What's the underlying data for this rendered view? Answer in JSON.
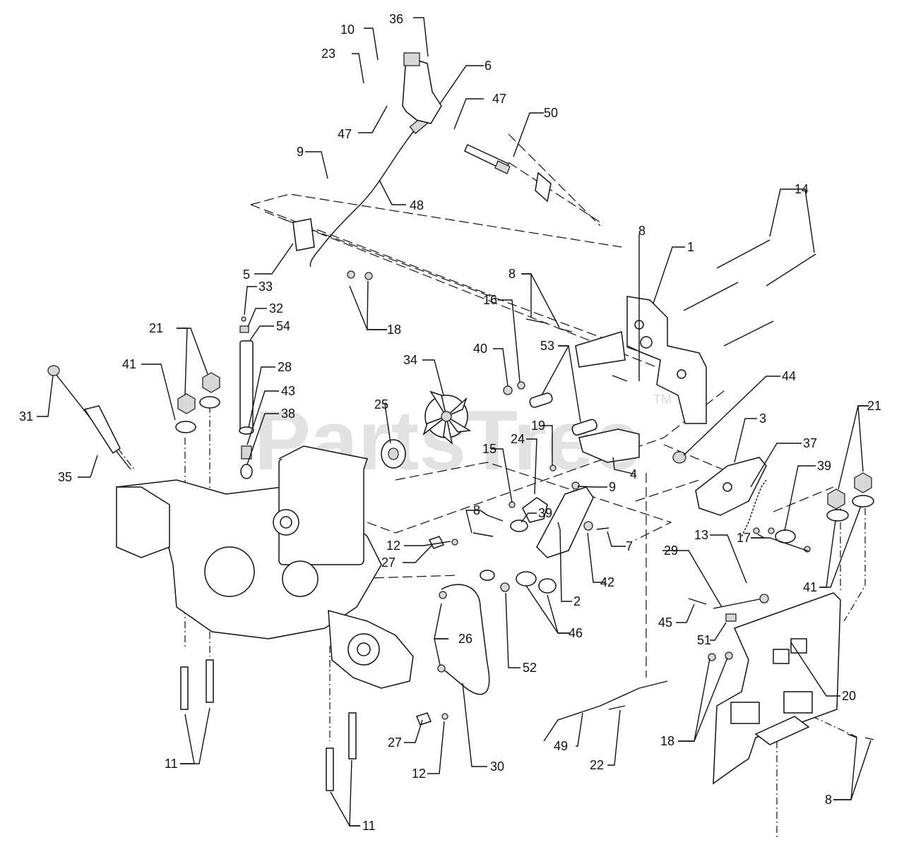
{
  "watermark": {
    "text": "PartsTree",
    "trademark": "TM"
  },
  "callouts": [
    {
      "id": "c36",
      "text": "36"
    },
    {
      "id": "c10",
      "text": "10"
    },
    {
      "id": "c23",
      "text": "23"
    },
    {
      "id": "c6",
      "text": "6"
    },
    {
      "id": "c47a",
      "text": "47"
    },
    {
      "id": "c47b",
      "text": "47"
    },
    {
      "id": "c50",
      "text": "50"
    },
    {
      "id": "c9a",
      "text": "9"
    },
    {
      "id": "c48",
      "text": "48"
    },
    {
      "id": "c14",
      "text": "14"
    },
    {
      "id": "c5",
      "text": "5"
    },
    {
      "id": "c18a",
      "text": "18"
    },
    {
      "id": "c33",
      "text": "33"
    },
    {
      "id": "c32",
      "text": "32"
    },
    {
      "id": "c54",
      "text": "54"
    },
    {
      "id": "c21a",
      "text": "21"
    },
    {
      "id": "c41a",
      "text": "41"
    },
    {
      "id": "c28",
      "text": "28"
    },
    {
      "id": "c43",
      "text": "43"
    },
    {
      "id": "c38",
      "text": "38"
    },
    {
      "id": "c31",
      "text": "31"
    },
    {
      "id": "c35",
      "text": "35"
    },
    {
      "id": "c8a",
      "text": "8"
    },
    {
      "id": "c1",
      "text": "1"
    },
    {
      "id": "c8b",
      "text": "8"
    },
    {
      "id": "c16",
      "text": "16"
    },
    {
      "id": "c53",
      "text": "53"
    },
    {
      "id": "c40",
      "text": "40"
    },
    {
      "id": "c34",
      "text": "34"
    },
    {
      "id": "c25",
      "text": "25"
    },
    {
      "id": "c44",
      "text": "44"
    },
    {
      "id": "c3",
      "text": "3"
    },
    {
      "id": "c37",
      "text": "37"
    },
    {
      "id": "c39a",
      "text": "39"
    },
    {
      "id": "c21b",
      "text": "21"
    },
    {
      "id": "c19",
      "text": "19"
    },
    {
      "id": "c24",
      "text": "24"
    },
    {
      "id": "c15",
      "text": "15"
    },
    {
      "id": "c4",
      "text": "4"
    },
    {
      "id": "c9b",
      "text": "9"
    },
    {
      "id": "c8c",
      "text": "8"
    },
    {
      "id": "c39b",
      "text": "39"
    },
    {
      "id": "c12a",
      "text": "12"
    },
    {
      "id": "c27a",
      "text": "27"
    },
    {
      "id": "c7",
      "text": "7"
    },
    {
      "id": "c42",
      "text": "42"
    },
    {
      "id": "c2",
      "text": "2"
    },
    {
      "id": "c17",
      "text": "17"
    },
    {
      "id": "c13",
      "text": "13"
    },
    {
      "id": "c29",
      "text": "29"
    },
    {
      "id": "c41b",
      "text": "41"
    },
    {
      "id": "c46",
      "text": "46"
    },
    {
      "id": "c26",
      "text": "26"
    },
    {
      "id": "c52",
      "text": "52"
    },
    {
      "id": "c45",
      "text": "45"
    },
    {
      "id": "c51",
      "text": "51"
    },
    {
      "id": "c20",
      "text": "20"
    },
    {
      "id": "c11a",
      "text": "11"
    },
    {
      "id": "c27b",
      "text": "27"
    },
    {
      "id": "c12b",
      "text": "12"
    },
    {
      "id": "c30",
      "text": "30"
    },
    {
      "id": "c49",
      "text": "49"
    },
    {
      "id": "c22",
      "text": "22"
    },
    {
      "id": "c18b",
      "text": "18"
    },
    {
      "id": "c8d",
      "text": "8"
    },
    {
      "id": "c11b",
      "text": "11"
    }
  ]
}
